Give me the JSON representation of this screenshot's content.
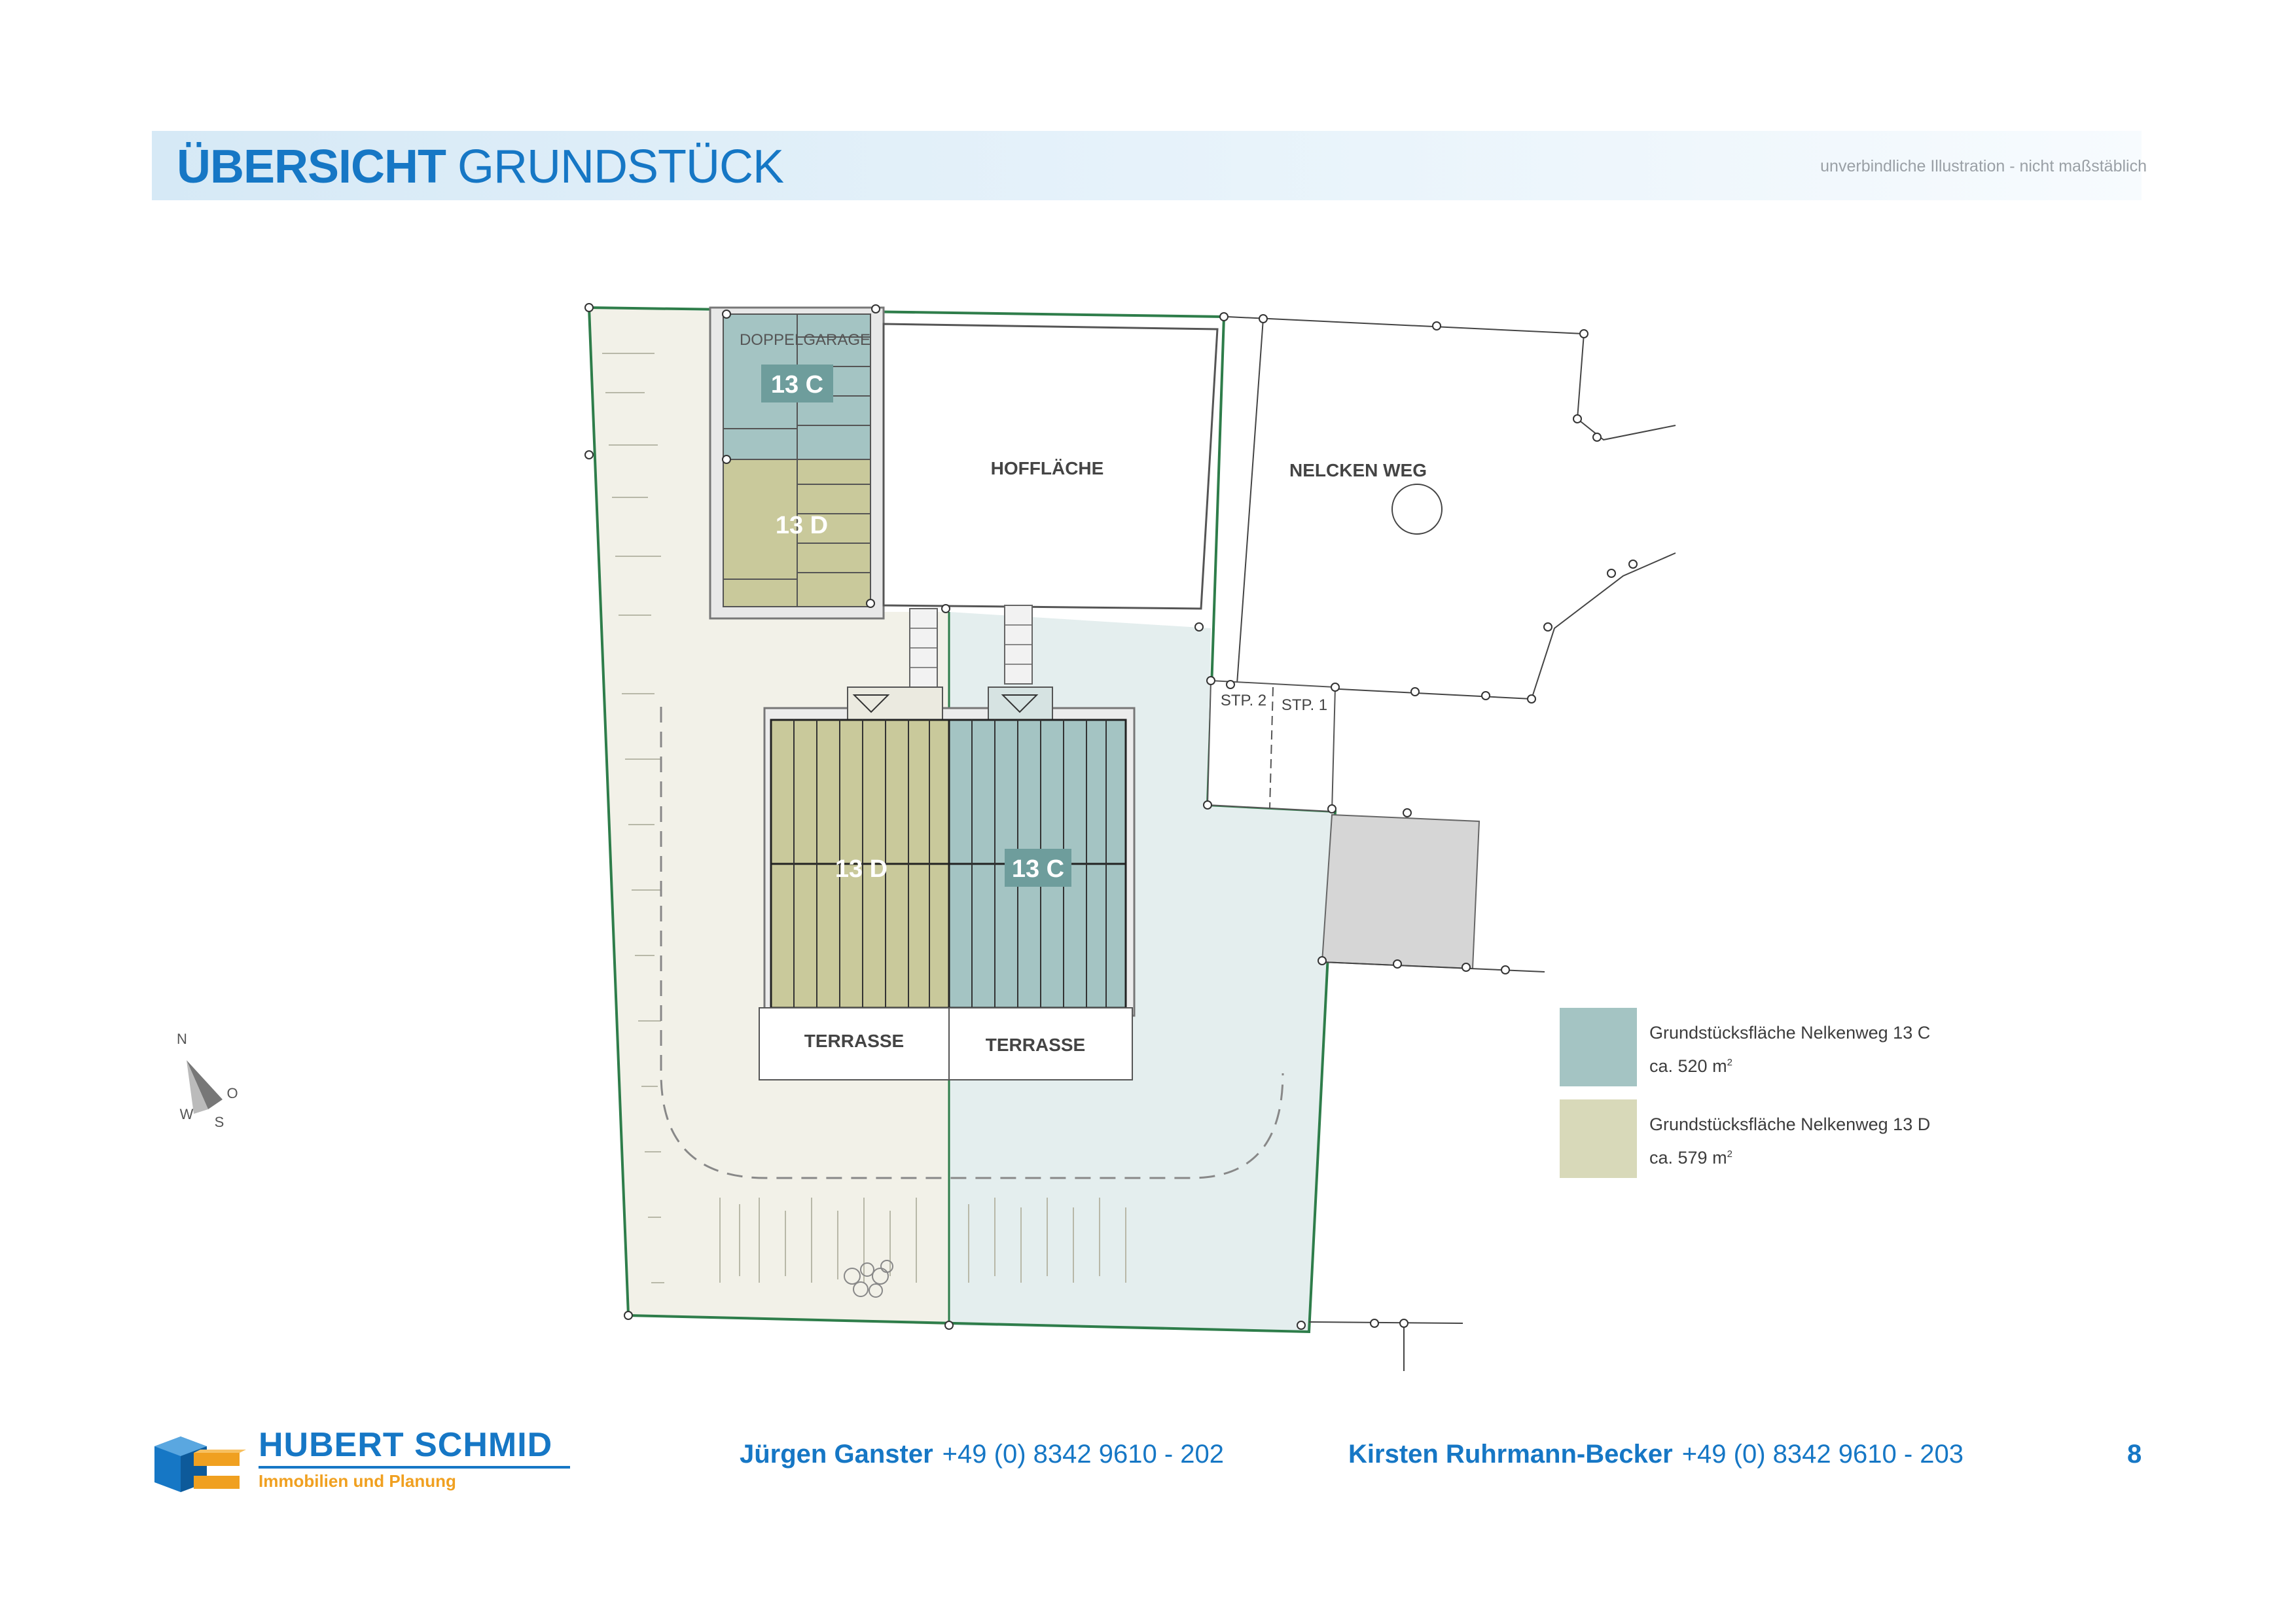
{
  "header": {
    "title_bold": "ÜBERSICHT",
    "title_light": "GRUNDSTÜCK",
    "disclaimer": "unverbindliche Illustration - nicht maßstäblich"
  },
  "plan": {
    "doppelgarage": "DOPPELGARAGE",
    "garage_13c": "13 C",
    "garage_13d": "13 D",
    "hofflaeche": "HOFFLÄCHE",
    "street": "NELCKEN WEG",
    "stp2": "STP. 2",
    "stp1": "STP. 1",
    "house_13d": "13 D",
    "house_13c": "13 C",
    "terrasse_left": "TERRASSE",
    "terrasse_right": "TERRASSE"
  },
  "compass": {
    "n": "N",
    "o": "O",
    "s": "S",
    "w": "W"
  },
  "legend": [
    {
      "label": "Grundstücksfläche Nelkenweg 13 C",
      "area": "ca. 520 m",
      "unit_sup": "2",
      "color": "#a4c4c3"
    },
    {
      "label": "Grundstücksfläche Nelkenweg 13 D",
      "area": "ca. 579 m",
      "unit_sup": "2",
      "color": "#d8d9b9"
    }
  ],
  "colors": {
    "accent": "#1677c5",
    "plot_13c": "#a4c4c3",
    "plot_13d": "#c9c99b",
    "ground_13c": "#e4eeee",
    "ground_13d": "#f2f1e8",
    "boundary": "#2e7d4a"
  },
  "footer": {
    "brand": "HUBERT SCHMID",
    "brand_sub": "Immobilien und Planung",
    "contact1_name": "Jürgen Ganster",
    "contact1_phone": "+49 (0) 8342 9610 - 202",
    "contact2_name": "Kirsten Ruhrmann-Becker",
    "contact2_phone": "+49 (0) 8342 9610 - 203",
    "page_number": "8"
  }
}
